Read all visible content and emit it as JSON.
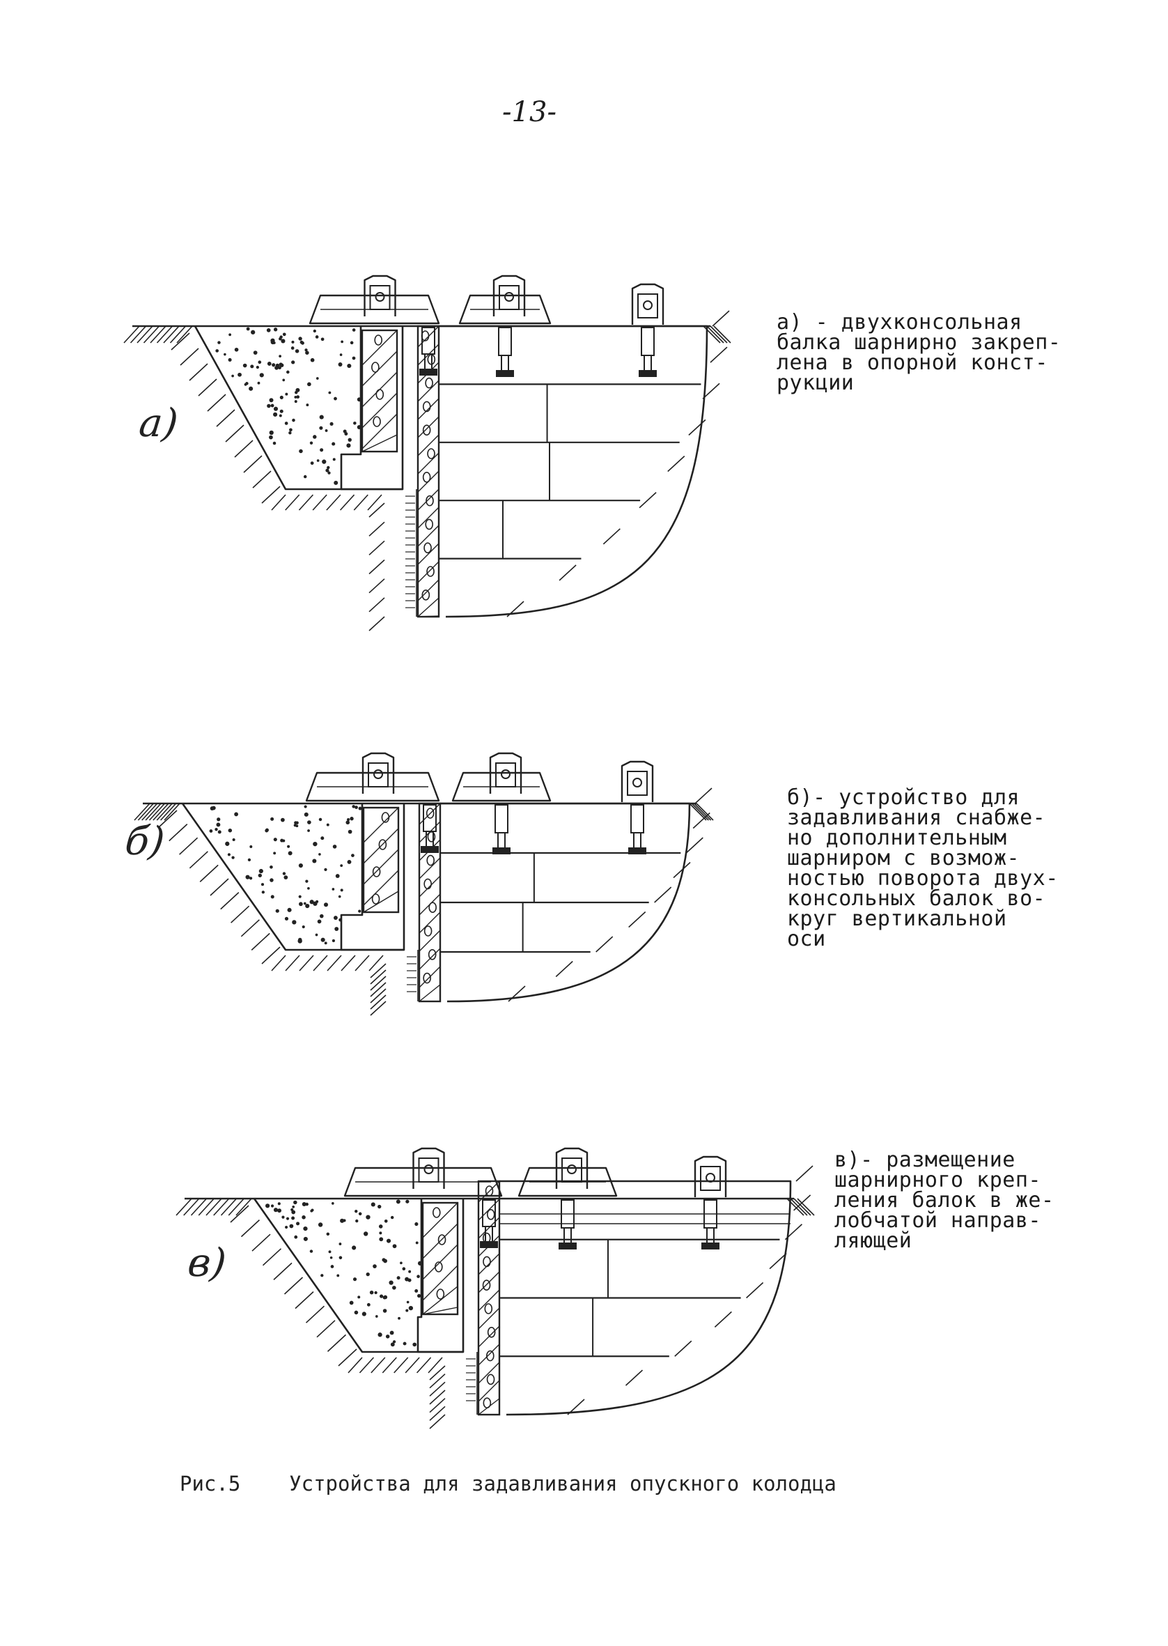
{
  "page": {
    "number": "-13-"
  },
  "figures": [
    {
      "letter": "а)",
      "description": "а) - двухконсольная\nбалка шарнирно закреп-\nлена в опорной конст-\nрукции"
    },
    {
      "letter": "б)",
      "description": "б)- устройство для\nзадавливания снабже-\nно дополнительным\nшарниром с возмож-\nностью поворота двух-\nконсольных балок во-\nкруг вертикальной\nоси"
    },
    {
      "letter": "в)",
      "description": "в)- размещение\nшарнирного креп-\nления балок в же-\nлобчатой направ-\nляющей"
    }
  ],
  "caption": {
    "label": "Рис.5",
    "text": "Устройства для задавливания опускного колодца"
  },
  "colors": {
    "ink": "#222222",
    "paper": "#ffffff"
  }
}
